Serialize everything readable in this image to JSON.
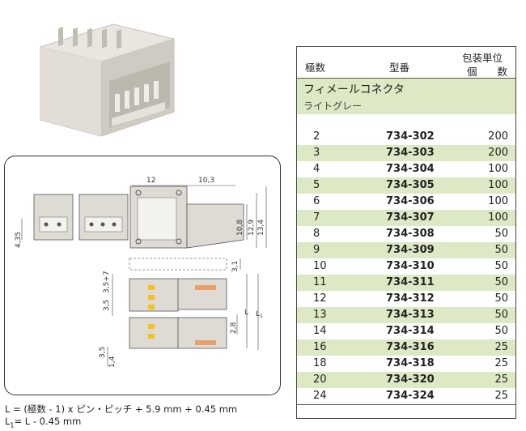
{
  "table": {
    "headers": {
      "poles": "極数",
      "part_number": "型番",
      "pack_unit_line1": "包装単位",
      "pack_unit_line2": "個　　数"
    },
    "section_title": "フィメールコネクタ",
    "section_subtitle": "ライトグレー",
    "rows": [
      {
        "poles": "2",
        "part": "734-302",
        "qty": "200"
      },
      {
        "poles": "3",
        "part": "734-303",
        "qty": "200"
      },
      {
        "poles": "4",
        "part": "734-304",
        "qty": "100"
      },
      {
        "poles": "5",
        "part": "734-305",
        "qty": "100"
      },
      {
        "poles": "6",
        "part": "734-306",
        "qty": "100"
      },
      {
        "poles": "7",
        "part": "734-307",
        "qty": "100"
      },
      {
        "poles": "8",
        "part": "734-308",
        "qty": "50"
      },
      {
        "poles": "9",
        "part": "734-309",
        "qty": "50"
      },
      {
        "poles": "10",
        "part": "734-310",
        "qty": "50"
      },
      {
        "poles": "11",
        "part": "734-311",
        "qty": "50"
      },
      {
        "poles": "12",
        "part": "734-312",
        "qty": "50"
      },
      {
        "poles": "13",
        "part": "734-313",
        "qty": "50"
      },
      {
        "poles": "14",
        "part": "734-314",
        "qty": "50"
      },
      {
        "poles": "16",
        "part": "734-316",
        "qty": "25"
      },
      {
        "poles": "18",
        "part": "734-318",
        "qty": "25"
      },
      {
        "poles": "20",
        "part": "734-320",
        "qty": "25"
      },
      {
        "poles": "24",
        "part": "734-324",
        "qty": "25"
      }
    ]
  },
  "drawing": {
    "dims": {
      "d12": "12",
      "d10_3": "10,3",
      "d10_8": "10,8",
      "d12_9": "12,9",
      "d13_4": "13,4",
      "d4_35": "4,35",
      "d3_1": "3,1",
      "d3_5_7": "3,5+7",
      "d3_5a": "3,5",
      "d2_8": "2,8",
      "d3_5b": "3,5",
      "d1_4": "1,4",
      "dL": "L",
      "dL1": "L",
      "dL1_sub": "1"
    }
  },
  "formulas": {
    "line1": "L = (極数 - 1) x ピン・ピッチ + 5.9 mm + 0.45 mm",
    "line2_prefix": "L",
    "line2_sub": "1",
    "line2_rest": "= L - 0.45 mm"
  },
  "colors": {
    "row_green": "#dde9c4",
    "connector_body": "#dedbd5",
    "contact_yellow": "#f2c31c",
    "contact_orange": "#e8a068"
  }
}
